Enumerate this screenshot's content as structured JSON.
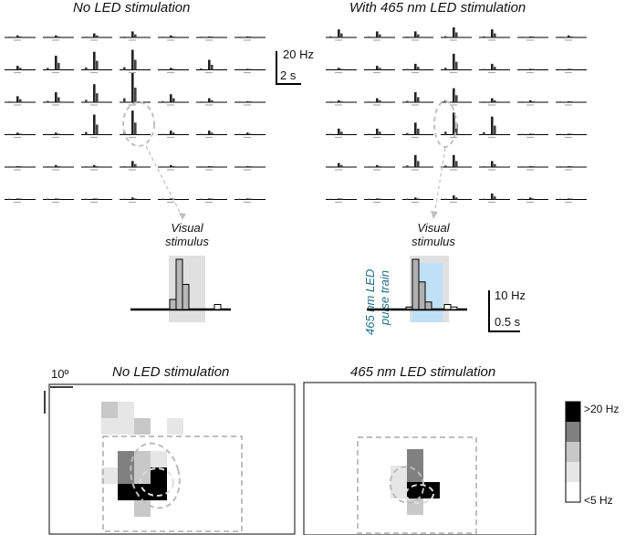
{
  "titles": {
    "top_left": "No LED stimulation",
    "top_right": "With 465 nm LED stimulation",
    "bottom_left": "No LED stimulation",
    "bottom_right": "465 nm LED stimulation"
  },
  "scales": {
    "grid_rate": "20 Hz",
    "grid_time": "2 s",
    "psth_rate": "10 Hz",
    "psth_time": "0.5 s",
    "angle": "10º"
  },
  "labels": {
    "visual_stimulus_left_1": "Visual",
    "visual_stimulus_left_2": "stimulus",
    "visual_stimulus_right_1": "Visual",
    "visual_stimulus_right_2": "stimulus",
    "led_1": "465 nm LED",
    "led_2": "pulse train"
  },
  "colorbar": {
    "max": ">20 Hz",
    "min": "<5 Hz",
    "levels": [
      "#000000",
      "#808080",
      "#c8c8c8",
      "#e6e6e6",
      "#ffffff"
    ]
  },
  "colors": {
    "led_blue": "#bfe0f6",
    "stim_gray": "#e0e0e0",
    "text_teal": "#1f6f8b",
    "dashed": "#b0b0b0"
  },
  "psth_left": {
    "bins": [
      0,
      0,
      0,
      0,
      0,
      0.2,
      1.0,
      0.5,
      0,
      0,
      0,
      0,
      0.1
    ]
  },
  "psth_right": {
    "bins": [
      0,
      0,
      0,
      0,
      0,
      0.05,
      1.0,
      0.55,
      0.15,
      0,
      0,
      0.1,
      0.05
    ]
  },
  "grid_left": [
    [
      0.1,
      0.1,
      0.2,
      0.3,
      0.1,
      0.05,
      0.05
    ],
    [
      0.2,
      0.7,
      0.9,
      1.0,
      0.1,
      0.5,
      0.05
    ],
    [
      0.3,
      0.5,
      0.9,
      1.5,
      0.4,
      0.2,
      0.05
    ],
    [
      0.1,
      0.1,
      1.0,
      1.2,
      0.2,
      0.2,
      0.1
    ],
    [
      0.05,
      0.1,
      0.1,
      0.3,
      0.1,
      0.05,
      0.05
    ],
    [
      0.05,
      0.05,
      0.05,
      0.1,
      0.05,
      0.05,
      0.05
    ]
  ],
  "grid_right": [
    [
      0.4,
      0.3,
      0.3,
      0.5,
      0.4,
      0.05,
      0.1
    ],
    [
      0.1,
      0.2,
      0.3,
      0.8,
      0.3,
      0.05,
      0.05
    ],
    [
      0.1,
      0.2,
      0.5,
      0.7,
      0.2,
      0.1,
      0.05
    ],
    [
      0.3,
      0.3,
      0.6,
      1.1,
      0.9,
      0.05,
      0.05
    ],
    [
      0.2,
      0.1,
      0.6,
      0.6,
      0.3,
      0.05,
      0.05
    ],
    [
      0.05,
      0.05,
      0.1,
      0.2,
      0.3,
      0.1,
      0.05
    ]
  ],
  "heat_left": [
    {
      "c": 3,
      "r": 0,
      "v": 0.5
    },
    {
      "c": 4,
      "r": 0,
      "v": 0.25
    },
    {
      "c": 3,
      "r": 1,
      "v": 0.2
    },
    {
      "c": 4,
      "r": 1,
      "v": 0.2
    },
    {
      "c": 5,
      "r": 1,
      "v": 0.35
    },
    {
      "c": 7,
      "r": 1,
      "v": 0.2
    },
    {
      "c": 4,
      "r": 3,
      "v": 0.7
    },
    {
      "c": 5,
      "r": 3,
      "v": 0.5
    },
    {
      "c": 6,
      "r": 3,
      "v": 0.2
    },
    {
      "c": 3,
      "r": 4,
      "v": 0.1
    },
    {
      "c": 4,
      "r": 4,
      "v": 0.8
    },
    {
      "c": 5,
      "r": 4,
      "v": 0.4
    },
    {
      "c": 6,
      "r": 4,
      "v": 0.95
    },
    {
      "c": 4,
      "r": 5,
      "v": 1.0
    },
    {
      "c": 5,
      "r": 5,
      "v": 1.0
    },
    {
      "c": 6,
      "r": 5,
      "v": 0.9
    },
    {
      "c": 5,
      "r": 6,
      "v": 0.3
    }
  ],
  "heat_right": [
    {
      "c": 5,
      "r": 3,
      "v": 0.6
    },
    {
      "c": 4,
      "r": 4,
      "v": 0.25
    },
    {
      "c": 5,
      "r": 4,
      "v": 0.7
    },
    {
      "c": 4,
      "r": 5,
      "v": 0.2
    },
    {
      "c": 5,
      "r": 5,
      "v": 1.0
    },
    {
      "c": 6,
      "r": 5,
      "v": 1.0
    },
    {
      "c": 5,
      "r": 6,
      "v": 0.3
    }
  ]
}
